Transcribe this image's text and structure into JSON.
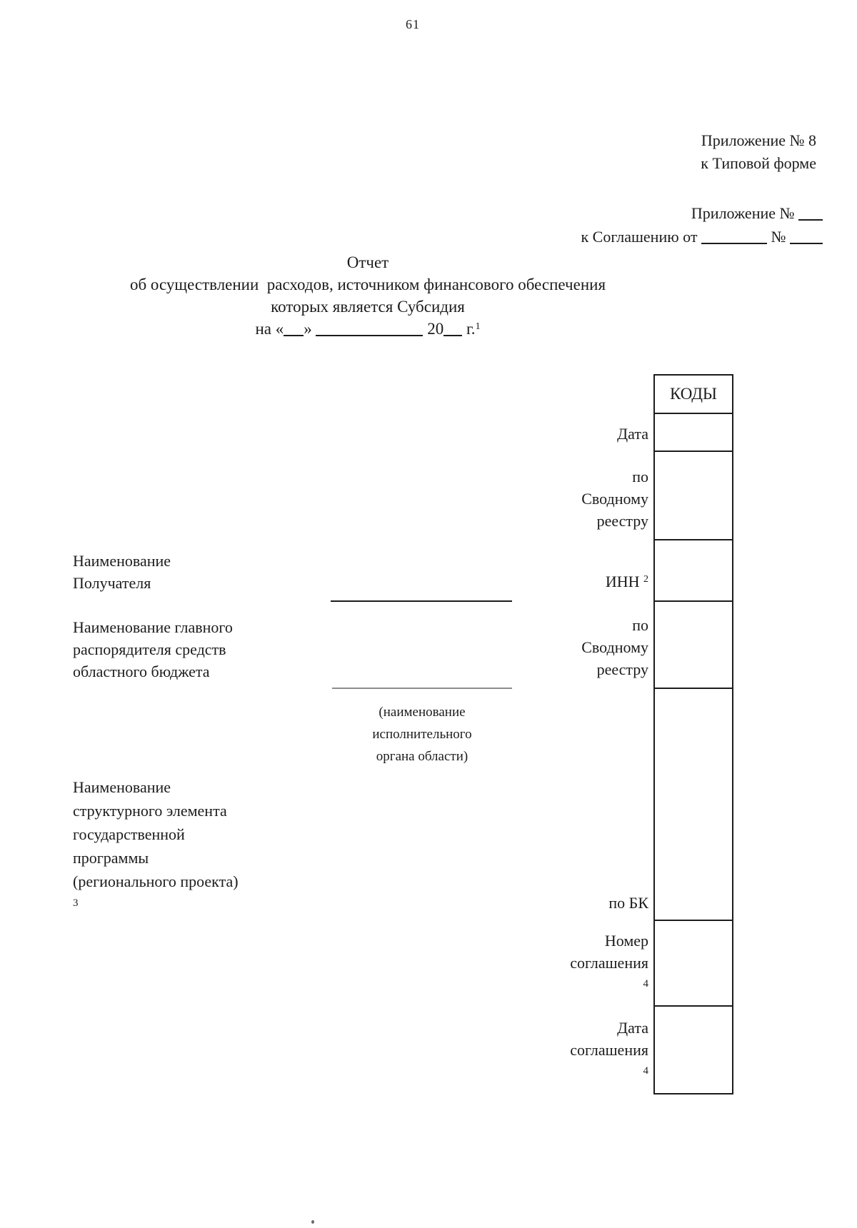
{
  "page": {
    "number": "61"
  },
  "header": {
    "appendix": {
      "line1": "Приложение № 8",
      "line2": "к Типовой форме"
    },
    "to_agreement": {
      "line1_text": "Приложение №",
      "line2_prefix": "к Соглашению от",
      "number_sign": "№"
    }
  },
  "title": {
    "line1": "Отчет",
    "line2": "об осуществлении  расходов, источником финансового обеспечения",
    "line3": "которых является Субсидия",
    "date_line": {
      "prefix": "на",
      "open_quote": "«",
      "close_quote": "»",
      "year": "20",
      "suffix": "г.",
      "footnote": "1"
    }
  },
  "left_labels": {
    "recipient_lines": [
      "Наименование",
      "Получателя"
    ],
    "grbs_lines": [
      "Наименование главного",
      "распорядителя средств",
      "областного бюджета"
    ],
    "org_caption_lines": [
      "(наименование",
      "исполнительного",
      "органа области)"
    ],
    "program_lines": [
      "Наименование",
      "структурного элемента",
      "государственной",
      "программы",
      "(регионального проекта)"
    ],
    "program_footnote": "3"
  },
  "right_labels": {
    "date": "Дата",
    "registry1_lines": [
      "по",
      "Сводному",
      "реестру"
    ],
    "inn_label": "ИНН",
    "inn_footnote": "2",
    "registry2_lines": [
      "по",
      "Сводному",
      "реестру"
    ],
    "bk": "по БК",
    "agr_number_lines": [
      "Номер",
      "соглашения"
    ],
    "agr_number_footnote": "4",
    "agr_date_lines": [
      "Дата",
      "соглашения"
    ],
    "agr_date_footnote": "4"
  },
  "codes_table": {
    "header": "КОДЫ",
    "rows": [
      {
        "name": "date",
        "value": ""
      },
      {
        "name": "summary-registry-1",
        "value": ""
      },
      {
        "name": "inn",
        "value": ""
      },
      {
        "name": "summary-registry-2",
        "value": ""
      },
      {
        "name": "bk",
        "value": ""
      },
      {
        "name": "agreement-number",
        "value": ""
      },
      {
        "name": "agreement-date",
        "value": ""
      }
    ]
  }
}
